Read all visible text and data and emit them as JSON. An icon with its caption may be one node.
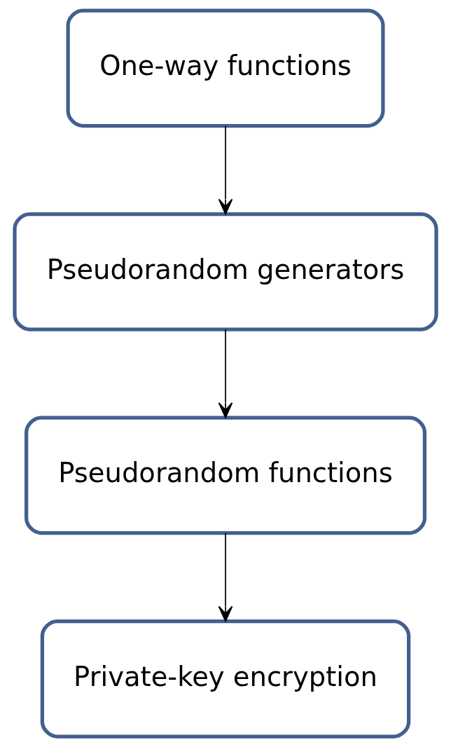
{
  "diagram": {
    "nodes": [
      {
        "text": [
          "One-way functions"
        ]
      },
      {
        "text": [
          "Pseudorandom generators"
        ]
      },
      {
        "text": [
          "Pseudorandom functions"
        ]
      },
      {
        "text": [
          "Private-key encryption"
        ]
      }
    ],
    "edges": [
      {
        "from": 0,
        "to": 1,
        "arrow": "to"
      },
      {
        "from": 1,
        "to": 2,
        "arrow": "to"
      },
      {
        "from": 2,
        "to": 3,
        "arrow": "to"
      }
    ]
  }
}
